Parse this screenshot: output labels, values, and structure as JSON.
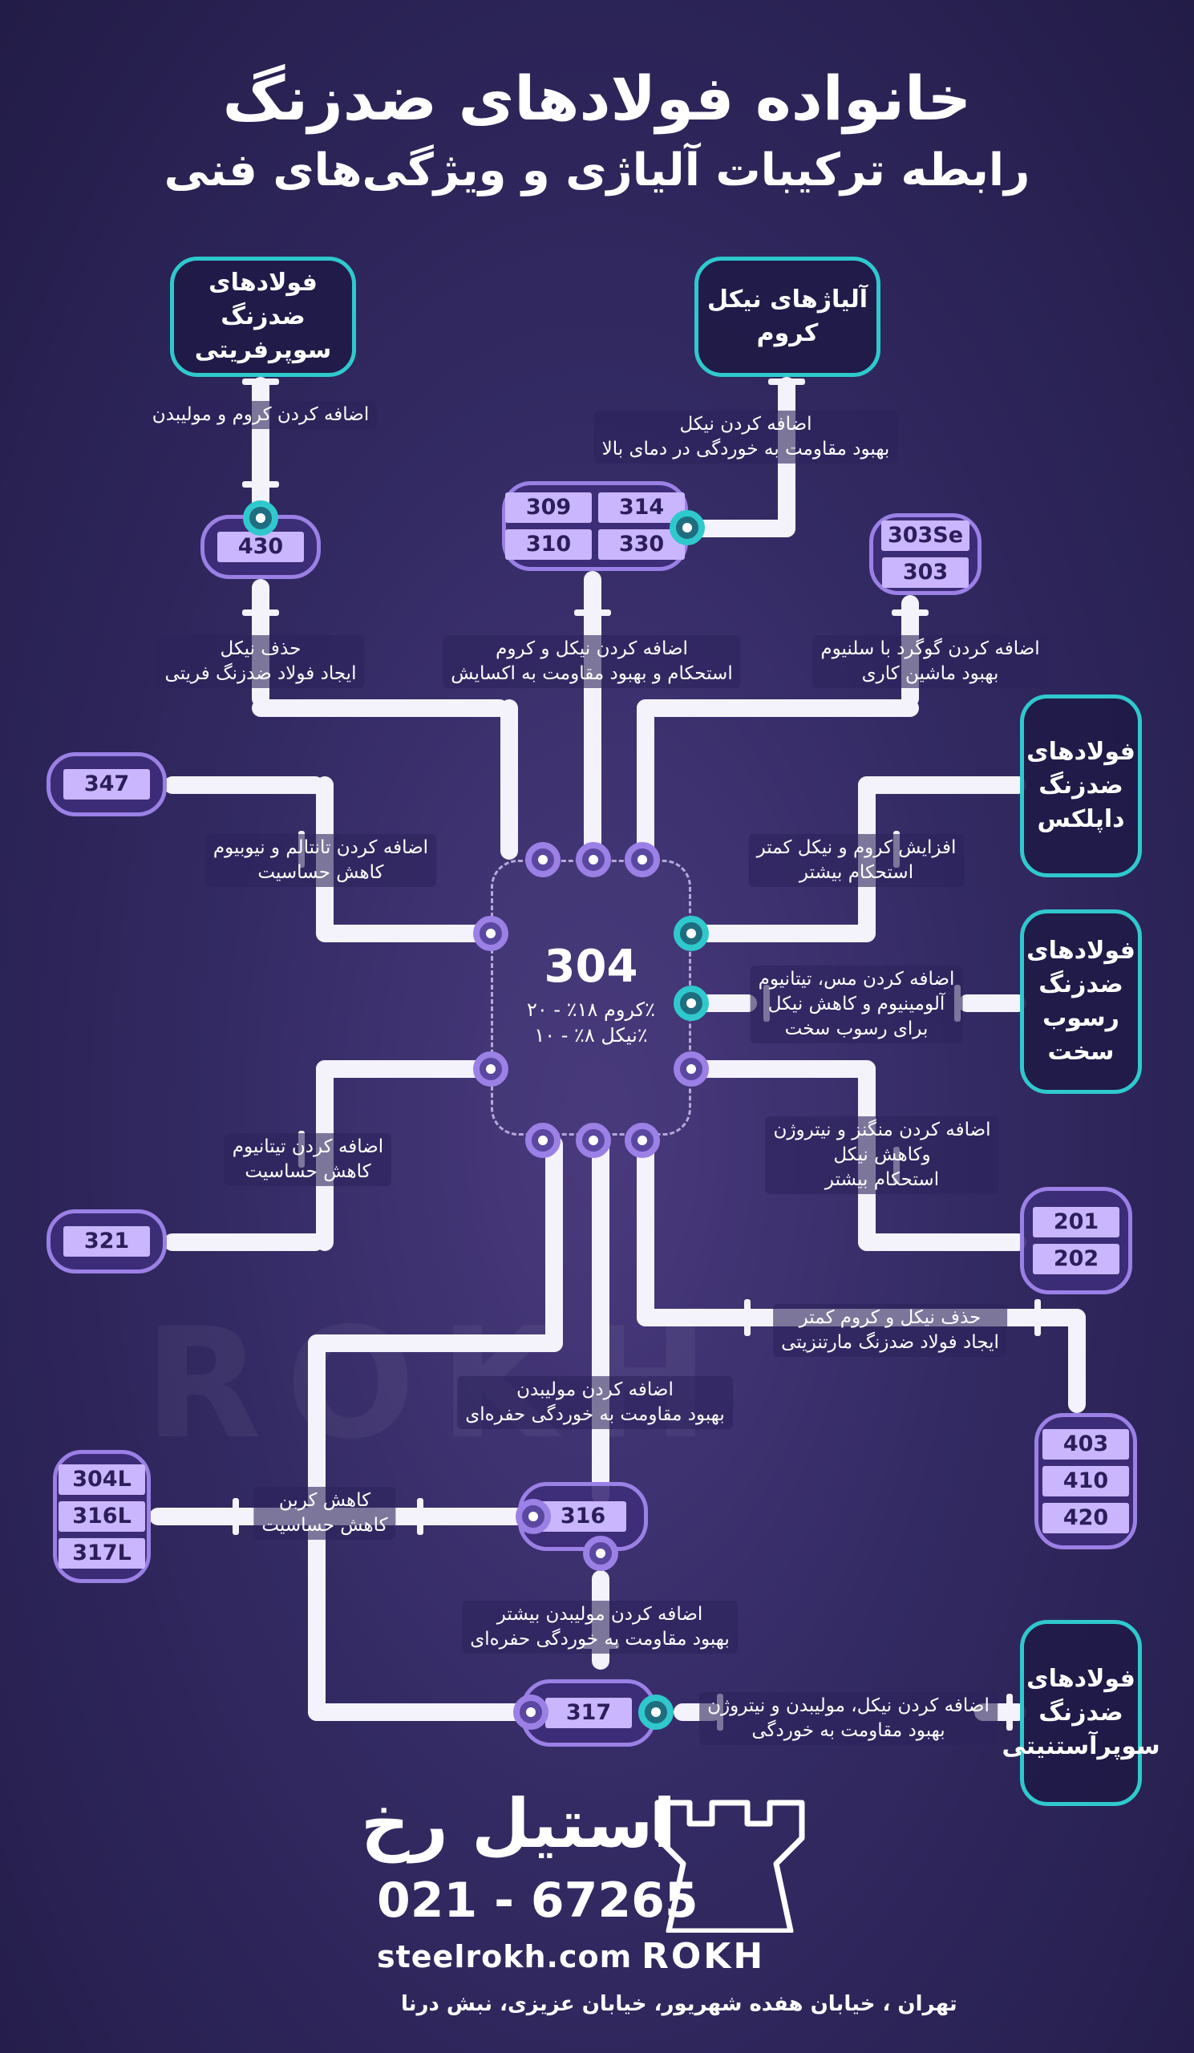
{
  "title": "خانواده فولادهای ضدزنگ",
  "subtitle": "رابطه ترکیبات آلیاژی و ویژگی‌های فنی",
  "center": {
    "grade": "304",
    "chromium": "کروم ۱۸٪ - ۲۰٪",
    "nickel": "نیکل ۸٪ - ۱۰٪"
  },
  "hubs": {
    "superferritic": "فولادهای ضدزنگ سوپرفریتی",
    "nickel_chrome": "آلیاژهای نیکل کروم",
    "duplex": "فولادهای ضدزنگ داپلکس",
    "precipitation": "فولادهای ضدزنگ رسوب سخت",
    "superaustenitic": "فولادهای ضدزنگ سوپرآستنیتی"
  },
  "grades": {
    "g430": "430",
    "g309": "309",
    "g314": "314",
    "g310": "310",
    "g330": "330",
    "g303se": "303Se",
    "g303": "303",
    "g347": "347",
    "g321": "321",
    "g201": "201",
    "g202": "202",
    "g403": "403",
    "g410": "410",
    "g420": "420",
    "g304l": "304L",
    "g316l": "316L",
    "g317l": "317L",
    "g316": "316",
    "g317": "317"
  },
  "labels": {
    "add_cr_mo": "اضافه کردن کروم و مولیبدن",
    "add_ni_1": "اضافه کردن نیکل",
    "add_ni_2": "بهبود مقاومت به خوردگی در دمای بالا",
    "rm_ni_1": "حذف نیکل",
    "rm_ni_2": "ایجاد فولاد ضدزنگ فریتی",
    "add_ni_cr_1": "اضافه کردن نیکل و کروم",
    "add_ni_cr_2": "استحکام و بهبود مقاومت به اکسایش",
    "add_s_1": "اضافه کردن گوگرد با سلنیوم",
    "add_s_2": "بهبود ماشین کاری",
    "ta_nb_1": "اضافه کردن تانتالم و نیوبیوم",
    "ta_nb_2": "کاهش حساسیت",
    "duplex_1": "افزایش کروم و نیکل کمتر",
    "duplex_2": "استحکام بیشتر",
    "ph_1": "اضافه کردن مس، تیتانیوم",
    "ph_2": "آلومینیوم و کاهش نیکل",
    "ph_3": "برای رسوب سخت",
    "ti_1": "اضافه کردن تیتانیوم",
    "ti_2": "کاهش حساسیت",
    "mn_1": "اضافه کردن منگنز و نیتروژن",
    "mn_2": "وکاهش نیکل",
    "mn_3": "استحکام بیشتر",
    "mart_1": "حذف نیکل و کروم کمتر",
    "mart_2": "ایجاد فولاد ضدزنگ مارتنزیتی",
    "mo_1": "اضافه کردن مولیبدن",
    "mo_2": "بهبود مقاومت به خوردگی حفره‌ای",
    "c_1": "کاهش کربن",
    "c_2": "کاهش حساسیت",
    "mo_more_1": "اضافه کردن مولیبدن بیشتر",
    "mo_more_2": "بهبود مقاومت به خوردگی حفره‌ای",
    "sa_1": "اضافه کردن نیکل، مولیبدن و نیتروژن",
    "sa_2": "بهبود مقاومت به خوردگی"
  },
  "watermark": "ROKH",
  "footer": {
    "brand": "استیل رخ",
    "phone": "021 - 67265",
    "website": "steelrokh.com",
    "address": "تهران ، خیابان هفده شهریور، خیابان عزیزی، نبش درنا",
    "logo_text": "ROKH"
  }
}
